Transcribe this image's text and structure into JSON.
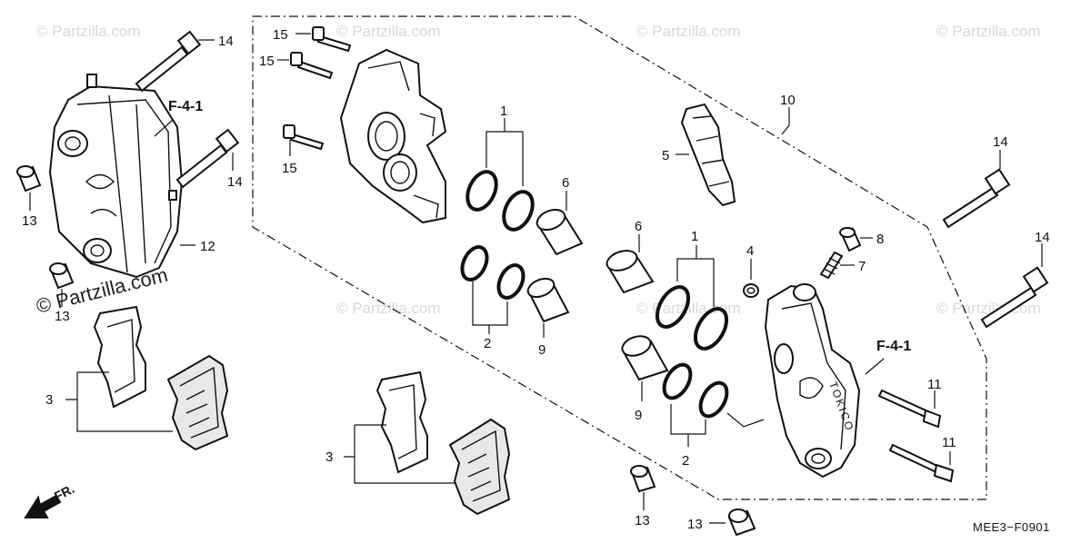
{
  "diagram": {
    "code": "MEE3−F0901",
    "direction_label": "FR.",
    "watermark": "© Partzilla.com",
    "callouts": {
      "ref_f41_left": "F-4-1",
      "ref_f41_right": "F-4-1",
      "n1_a": "1",
      "n1_b": "1",
      "n2_a": "2",
      "n2_b": "2",
      "n3_a": "3",
      "n3_b": "3",
      "n4": "4",
      "n5": "5",
      "n6_a": "6",
      "n6_b": "6",
      "n7": "7",
      "n8": "8",
      "n9_a": "9",
      "n9_b": "9",
      "n10": "10",
      "n11_a": "11",
      "n11_b": "11",
      "n12": "12",
      "n13_a": "13",
      "n13_b": "13",
      "n13_c": "13",
      "n13_d": "13",
      "n14_a": "14",
      "n14_b": "14",
      "n14_c": "14",
      "n14_d": "14",
      "n15_a": "15",
      "n15_b": "15",
      "n15_c": "15"
    }
  }
}
